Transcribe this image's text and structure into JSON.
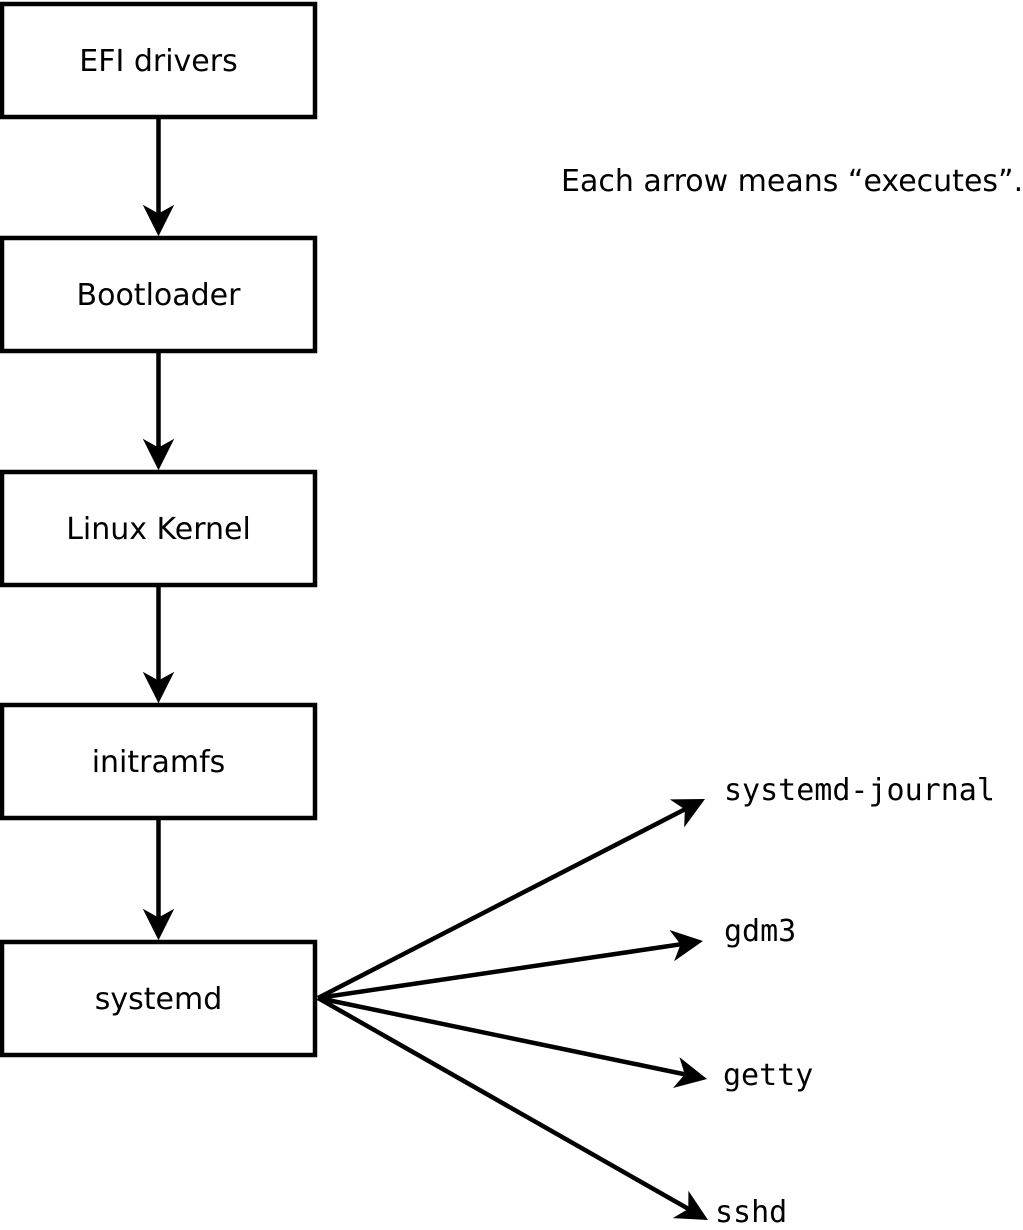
{
  "diagram": {
    "note": "Each arrow means “executes”.",
    "boot_chain": [
      {
        "label": "EFI drivers"
      },
      {
        "label": "Bootloader"
      },
      {
        "label": "Linux Kernel"
      },
      {
        "label": "initramfs"
      },
      {
        "label": "systemd"
      }
    ],
    "services": [
      {
        "label": "systemd-journal"
      },
      {
        "label": "gdm3"
      },
      {
        "label": "getty"
      },
      {
        "label": "sshd"
      }
    ],
    "colors": {
      "line": "#000000",
      "box_fill": "#ffffff",
      "background": "#ffffff"
    }
  }
}
